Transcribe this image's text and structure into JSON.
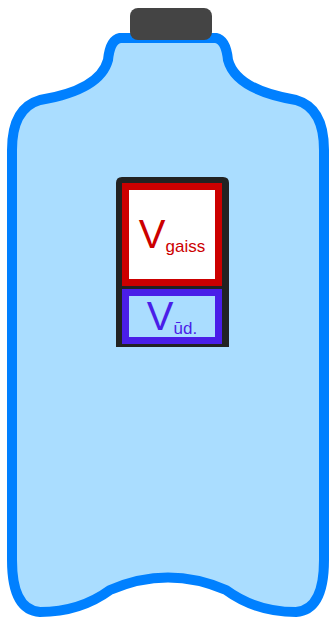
{
  "diagram": {
    "nodes": [
      {
        "text": [
          "V",
          "gaiss"
        ]
      },
      {
        "text": [
          "V",
          "ūd."
        ]
      }
    ]
  }
}
